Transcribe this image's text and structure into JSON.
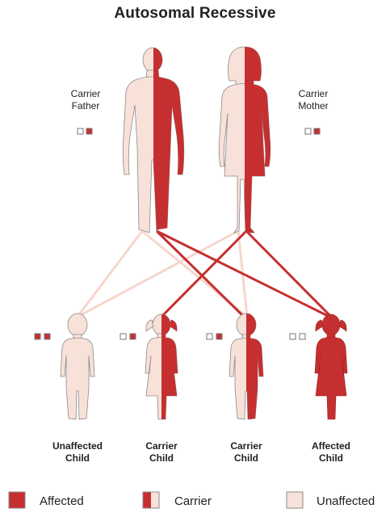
{
  "title": "Autosomal Recessive",
  "colors": {
    "affected": "#c62f2f",
    "unaffected": "#f8e1d9",
    "outline": "#8a8a8a",
    "line_carrier": "#c62f2f",
    "line_normal": "#f6d6cc"
  },
  "parents": [
    {
      "role_line1": "Carrier",
      "role_line2": "Father",
      "status": "carrier",
      "genes": [
        "normal",
        "affected"
      ]
    },
    {
      "role_line1": "Carrier",
      "role_line2": "Mother",
      "status": "carrier",
      "genes": [
        "normal",
        "affected"
      ]
    }
  ],
  "children": [
    {
      "line1": "Unaffected",
      "line2": "Child",
      "status": "unaffected",
      "genes": [
        "affected",
        "affected"
      ]
    },
    {
      "line1": "Carrier",
      "line2": "Child",
      "status": "carrier",
      "genes": [
        "normal",
        "affected"
      ]
    },
    {
      "line1": "Carrier",
      "line2": "Child",
      "status": "carrier",
      "genes": [
        "normal",
        "affected"
      ]
    },
    {
      "line1": "Affected",
      "line2": "Child",
      "status": "affected",
      "genes": [
        "normal",
        "normal"
      ]
    }
  ],
  "legend": [
    {
      "label": "Affected",
      "kind": "affected"
    },
    {
      "label": "Carrier",
      "kind": "carrier"
    },
    {
      "label": "Unaffected",
      "kind": "unaffected"
    }
  ]
}
